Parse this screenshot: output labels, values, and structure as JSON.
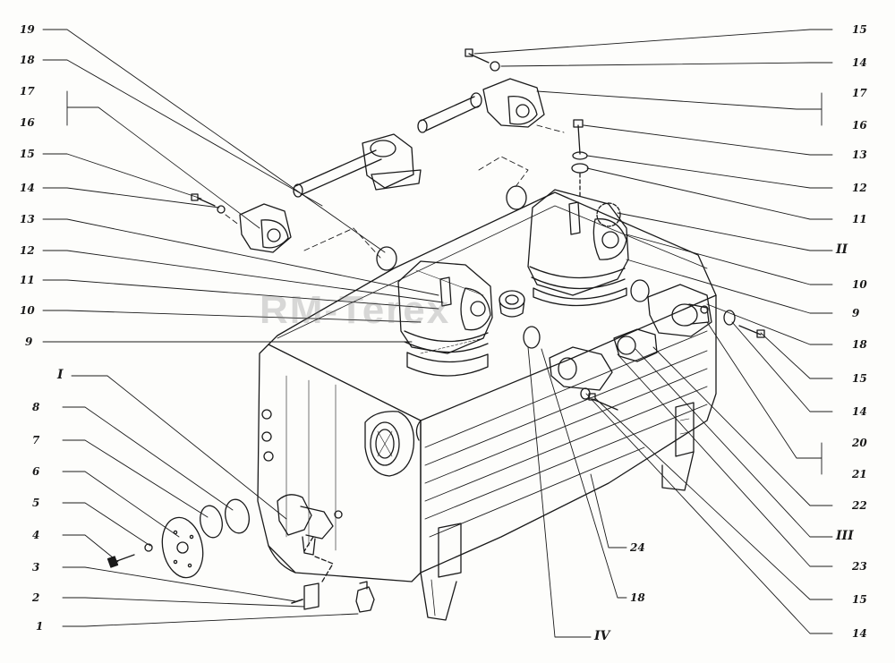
{
  "watermark": "RM-Terex",
  "labels_left": [
    "19",
    "18",
    "17",
    "16",
    "15",
    "14",
    "13",
    "12",
    "11",
    "10",
    "9",
    "I",
    "8",
    "7",
    "6",
    "5",
    "4",
    "3",
    "2",
    "1"
  ],
  "labels_right": [
    "15",
    "14",
    "17",
    "16",
    "13",
    "12",
    "11",
    "II",
    "10",
    "9",
    "18",
    "15",
    "14",
    "20",
    "21",
    "22",
    "III",
    "23",
    "15",
    "14"
  ],
  "labels_bottom": [
    "24",
    "18",
    "IV"
  ],
  "colors": {
    "ink": "#1a1a1a",
    "paper": "#fdfdfb"
  }
}
